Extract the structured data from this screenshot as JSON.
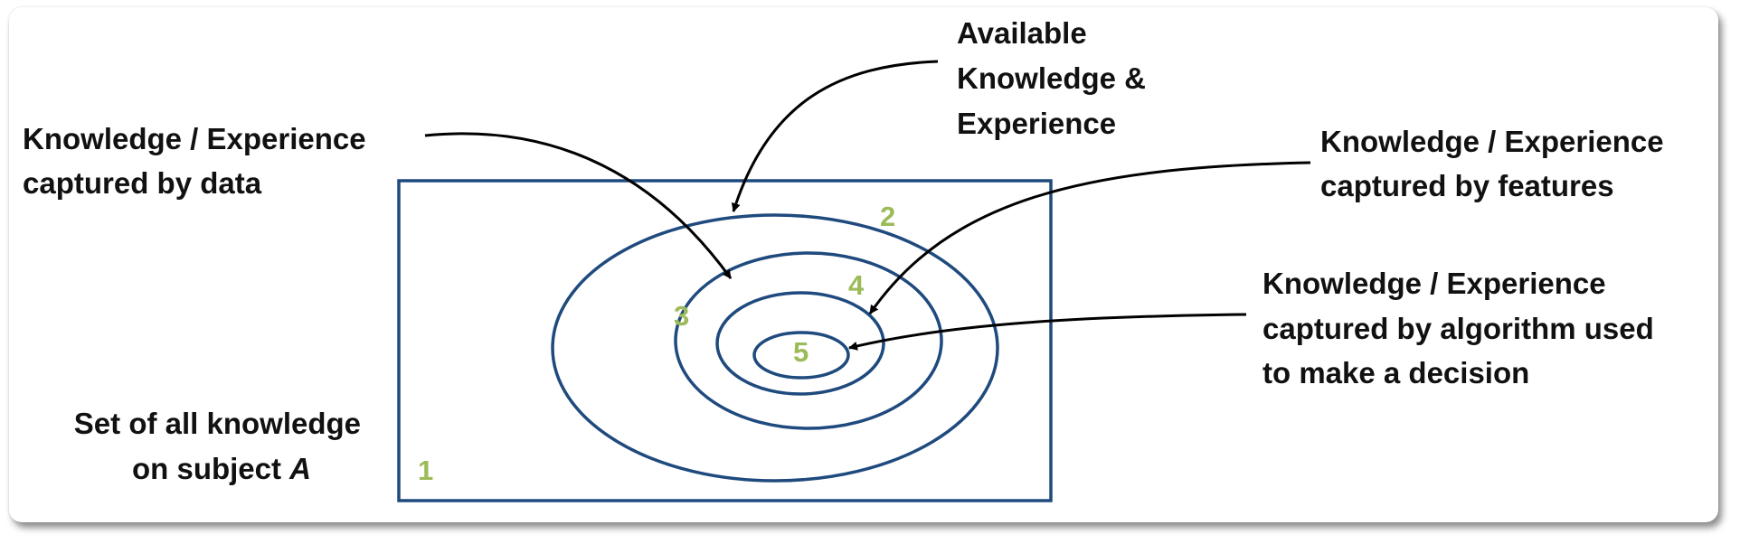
{
  "labels": {
    "available": [
      "Available",
      "Knowledge &",
      "Experience"
    ],
    "data": [
      "Knowledge / Experience",
      "captured by data"
    ],
    "features": [
      "Knowledge / Experience",
      "captured by features"
    ],
    "algorithm": [
      "Knowledge / Experience",
      "captured by algorithm used",
      "to make a decision"
    ],
    "set_line1": "Set of all knowledge",
    "set_line2_prefix": "on subject ",
    "set_line2_italic": "A"
  },
  "regions": {
    "r1": "1",
    "r2": "2",
    "r3": "3",
    "r4": "4",
    "r5": "5"
  },
  "colors": {
    "shape_stroke": "#1f4a7e",
    "region_numbers": "#9bbb59",
    "text": "#111111",
    "arrows": "#000000"
  }
}
